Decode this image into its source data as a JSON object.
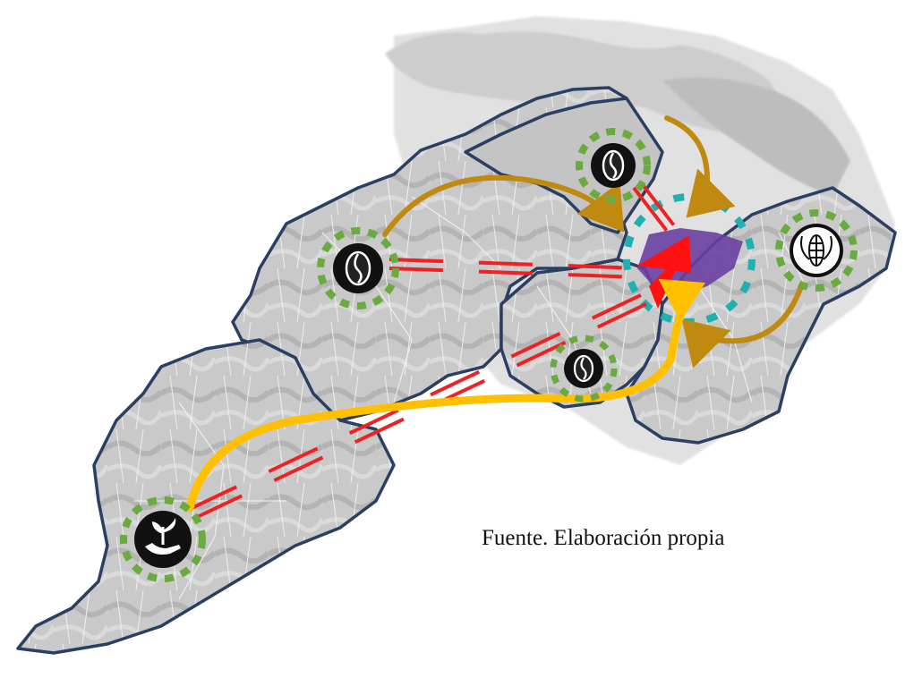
{
  "caption": {
    "source": "Fuente. Elaboración propia"
  },
  "legend_colors": {
    "region_outline": "#2b3f63",
    "region_fill_light": "#cfcfcf",
    "region_fill_dark": "#a9a9a9",
    "hub": "#6a3fa0",
    "hub_arrow": "#ff1111",
    "dashed_route": "#ee2222",
    "yellow_flow": "#ffc000",
    "brown_flow": "#c08a10",
    "node_ring": "#6aaa3f",
    "hub_ring": "#1fb0b0"
  },
  "nodes": [
    {
      "id": "north",
      "icon": "coffee-bean-icon"
    },
    {
      "id": "west",
      "icon": "coffee-bean-icon"
    },
    {
      "id": "center",
      "icon": "coffee-bean-icon"
    },
    {
      "id": "east",
      "icon": "corn-icon"
    },
    {
      "id": "southwest",
      "icon": "plant-in-hand-icon"
    }
  ]
}
